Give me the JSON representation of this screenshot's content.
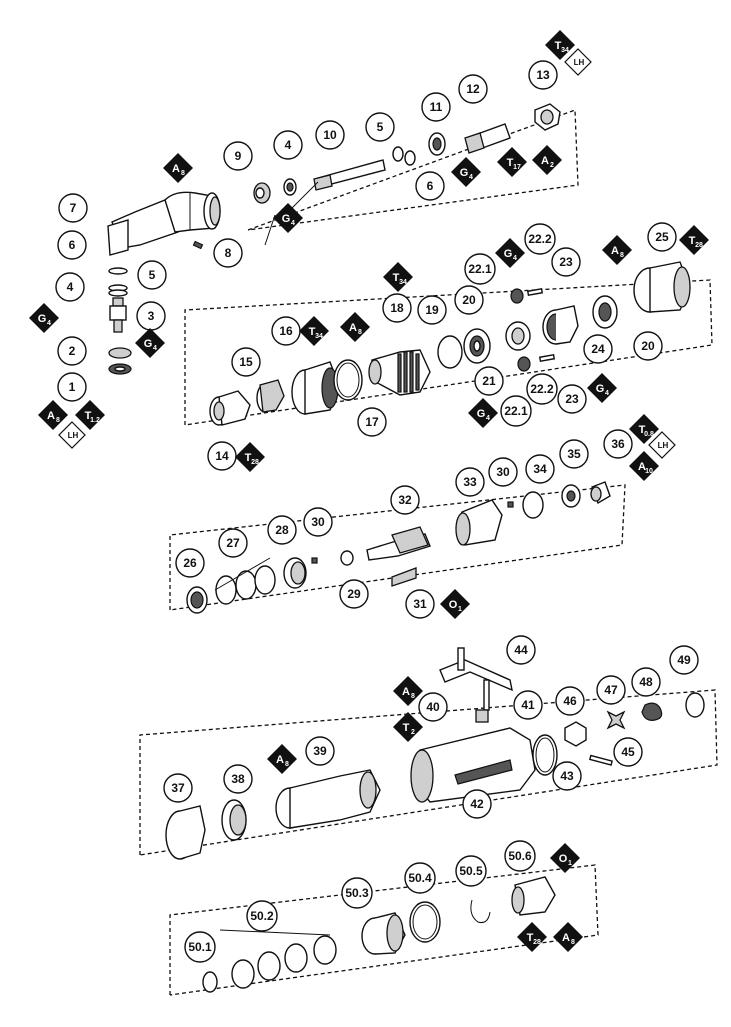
{
  "labels": {
    "l1": "1",
    "l2": "2",
    "l3": "3",
    "l4a": "4",
    "l4b": "4",
    "l5a": "5",
    "l5b": "5",
    "l6a": "6",
    "l6b": "6",
    "l7": "7",
    "l8": "8",
    "l9": "9",
    "l10": "10",
    "l11": "11",
    "l12": "12",
    "l13": "13",
    "l14": "14",
    "l15": "15",
    "l16": "16",
    "l17": "17",
    "l18": "18",
    "l19": "19",
    "l20a": "20",
    "l20b": "20",
    "l21": "21",
    "l22_1a": "22.1",
    "l22_1b": "22.1",
    "l22_2a": "22.2",
    "l22_2b": "22.2",
    "l23a": "23",
    "l23b": "23",
    "l24": "24",
    "l25": "25",
    "l26": "26",
    "l27": "27",
    "l28": "28",
    "l29": "29",
    "l30a": "30",
    "l30b": "30",
    "l31": "31",
    "l32": "32",
    "l33": "33",
    "l34": "34",
    "l35": "35",
    "l36": "36",
    "l37": "37",
    "l38": "38",
    "l39": "39",
    "l40": "40",
    "l41": "41",
    "l42": "42",
    "l43": "43",
    "l44": "44",
    "l45": "45",
    "l46": "46",
    "l47": "47",
    "l48": "48",
    "l49": "49",
    "l50_1": "50.1",
    "l50_2": "50.2",
    "l50_3": "50.3",
    "l50_4": "50.4",
    "l50_5": "50.5",
    "l50_6": "50.6"
  },
  "tags": {
    "A": "A",
    "G": "G",
    "T": "T",
    "O": "O",
    "s8": "8",
    "s4": "4",
    "s2": "2",
    "s17": "17",
    "s34": "34",
    "s12": "1.2",
    "s28": "28",
    "s10": "10",
    "s08": "0.8",
    "s1": "1"
  },
  "lh": "LH"
}
